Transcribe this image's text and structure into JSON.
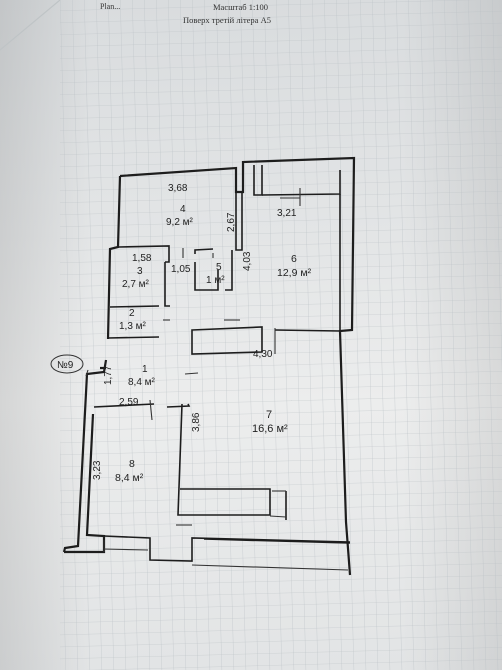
{
  "header": {
    "top_fragment": "Plan...",
    "scale": "Масштаб 1:100",
    "floor": "Поверх третій літера А5"
  },
  "apartment": {
    "number": "№9"
  },
  "rooms": [
    {
      "no": "1",
      "area": "8,4 м²"
    },
    {
      "no": "2",
      "area": "1,3 м²"
    },
    {
      "no": "3",
      "area": "2,7 м²"
    },
    {
      "no": "4",
      "area": "9,2 м²"
    },
    {
      "no": "5",
      "area": "1 м²"
    },
    {
      "no": "6",
      "area": "12,9 м²"
    },
    {
      "no": "7",
      "area": "16,6 м²"
    },
    {
      "no": "8",
      "area": "8,4 м²"
    }
  ],
  "dimensions": {
    "d368": "3,68",
    "d267": "2,67",
    "d321": "3,21",
    "d158": "1,58",
    "d105": "1,05",
    "d403": "4,03",
    "d430": "4,30",
    "d177": "1,77",
    "d259": "2,59",
    "d386": "3,86",
    "d323": "3,23"
  }
}
